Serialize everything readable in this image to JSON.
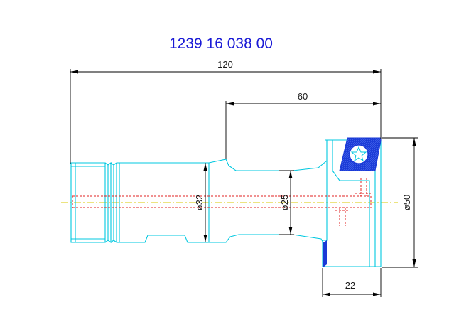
{
  "drawing": {
    "part_number": "1239 16 038 00",
    "colors": {
      "title": "#1a1ad6",
      "outline": "#00c8e0",
      "dimension": "#000000",
      "hidden_line": "#e02020",
      "center_line": "#d8c800",
      "insert_fill": "#1a3ad6"
    },
    "dimensions": {
      "overall_length": "120",
      "head_length": "60",
      "head_width": "22",
      "body_diameter": "ø32",
      "neck_diameter": "ø25",
      "head_diameter": "ø50"
    },
    "icons": [
      "insert-icon",
      "torx-screw-icon"
    ]
  }
}
